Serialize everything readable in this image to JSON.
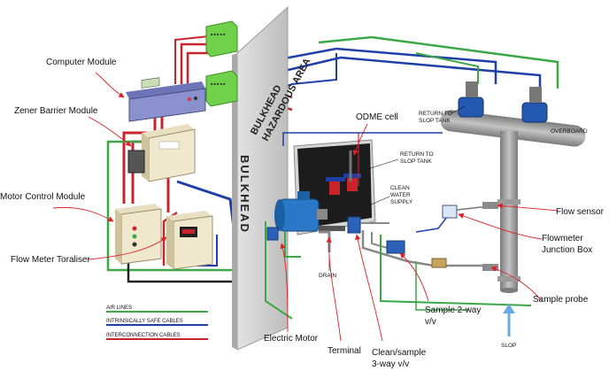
{
  "labels": {
    "computer_module": "Computer Module",
    "zener_barrier_module": "Zener Barrier Module",
    "motor_control_module": "Motor Control Module",
    "flow_meter_totaliser": "Flow Meter Toraliser",
    "electric_motor": "Electric Motor",
    "terminal": "Terminal",
    "clean_sample_line1": "Clean/sample",
    "clean_sample_line2": "3-way v/v",
    "sample_2way_line1": "Sample 2-way",
    "sample_2way_line2": "v/v",
    "sample_probe": "Sample probe",
    "flowmeter_jb_line1": "Flowmeter",
    "flowmeter_jb_line2": "Junction Box",
    "flow_sensor": "Flow sensor",
    "odme_cell": "ODME cell"
  },
  "small_labels": {
    "return_to_slop_tank_top_1": "RETURN TO",
    "return_to_slop_tank_top_2": "SLOP TANK",
    "overboard": "OVERBOARD",
    "return_to_slop_tank_mid_1": "RETURN TO",
    "return_to_slop_tank_mid_2": "SLOP TANK",
    "clean_water_1": "CLEAN",
    "clean_water_2": "WATER",
    "clean_water_3": "SUPPLY",
    "drain": "DRAIN",
    "slop": "SLOP"
  },
  "wall": {
    "bulkhead": "BULKHEAD",
    "bulkhead_hazardous_1": "BULKHEAD",
    "bulkhead_hazardous_2": "HAZARDOUS AREA"
  },
  "legend": [
    {
      "label": "AIR LINES",
      "color": "#3aa845"
    },
    {
      "label": "INTRINSICALLY SAFE CABLES",
      "color": "#1f3fa8"
    },
    {
      "label": "INTERCONNECTION CABLES",
      "color": "#c8242a"
    }
  ],
  "colors": {
    "air": "#3aa845",
    "is_cable": "#1f3fa8",
    "interconnection": "#c8242a",
    "annotation_arrow": "#e01f26",
    "pipe": "#9a9a9a",
    "wall": "#cfcfcf"
  }
}
